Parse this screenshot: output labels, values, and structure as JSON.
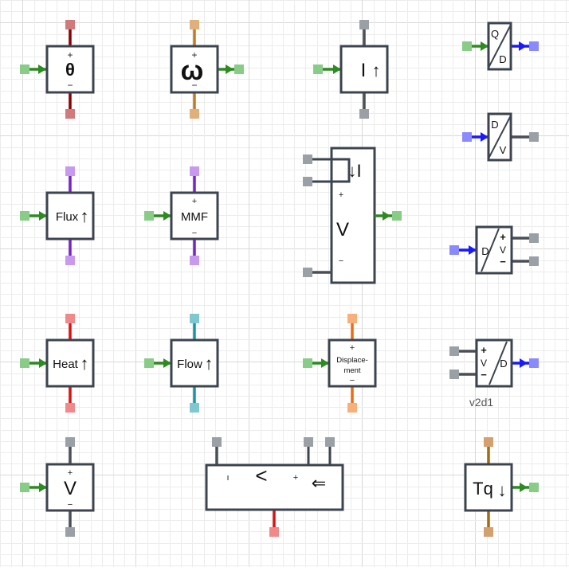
{
  "colors": {
    "grid_minor": "#ececec",
    "grid_major": "#d9d9d9",
    "block_stroke": "#3c4450",
    "signal_in": "#2e8b22",
    "signal_in_port": "#88cc88",
    "darkred": "#8b0000",
    "darkred_port": "#d07a7a",
    "orange_brown": "#c47a1c",
    "orange_brown_port": "#e0b07c",
    "gray": "#4a4f55",
    "gray_port": "#9aa0a6",
    "blue": "#1a1aff",
    "blue_port": "#8a8aff",
    "purple": "#7a1fcc",
    "purple_port": "#c79af0",
    "red": "#e01010",
    "red_port": "#f08a8a",
    "teal": "#0e98a8",
    "teal_port": "#80c8d0",
    "orange": "#f06a0e",
    "orange_port": "#f7b07a",
    "brown": "#a86a0a",
    "brown_port": "#d4a070"
  },
  "blocks": {
    "theta": {
      "label": "θ",
      "plus": "+",
      "minus": "−"
    },
    "omega": {
      "label": "ω",
      "plus": "+",
      "minus": "−"
    },
    "current": {
      "label": "I",
      "arrow": "↑"
    },
    "q2d": {
      "top": "Q",
      "bottom": "D"
    },
    "d2v": {
      "top": "D",
      "bottom": "V"
    },
    "flux": {
      "label": "Flux",
      "arrow": "↑"
    },
    "mmf": {
      "label": "MMF",
      "plus": "+",
      "minus": "−"
    },
    "vsensor": {
      "current_label": "↓I",
      "plus": "+",
      "v_label": "V",
      "minus": "−"
    },
    "dv_split": {
      "left": "D",
      "plus": "+",
      "v": "V",
      "minus": "−"
    },
    "heat": {
      "label": "Heat",
      "arrow": "↑"
    },
    "flow": {
      "label": "Flow",
      "arrow": "↑"
    },
    "displacement": {
      "plus": "+",
      "line1": "Displace-",
      "line2": "ment",
      "minus": "−"
    },
    "v2d": {
      "plus": "+",
      "v": "V",
      "minus": "−",
      "right": "D",
      "caption": "v2d1"
    },
    "voltage": {
      "plus": "+",
      "label": "V",
      "minus": "−"
    },
    "compare": {
      "left_sign": "ı",
      "symbol": "<",
      "plus": "+",
      "right_symbol": "⇐"
    },
    "torque": {
      "label": "Tq",
      "arrow": "↓"
    }
  }
}
